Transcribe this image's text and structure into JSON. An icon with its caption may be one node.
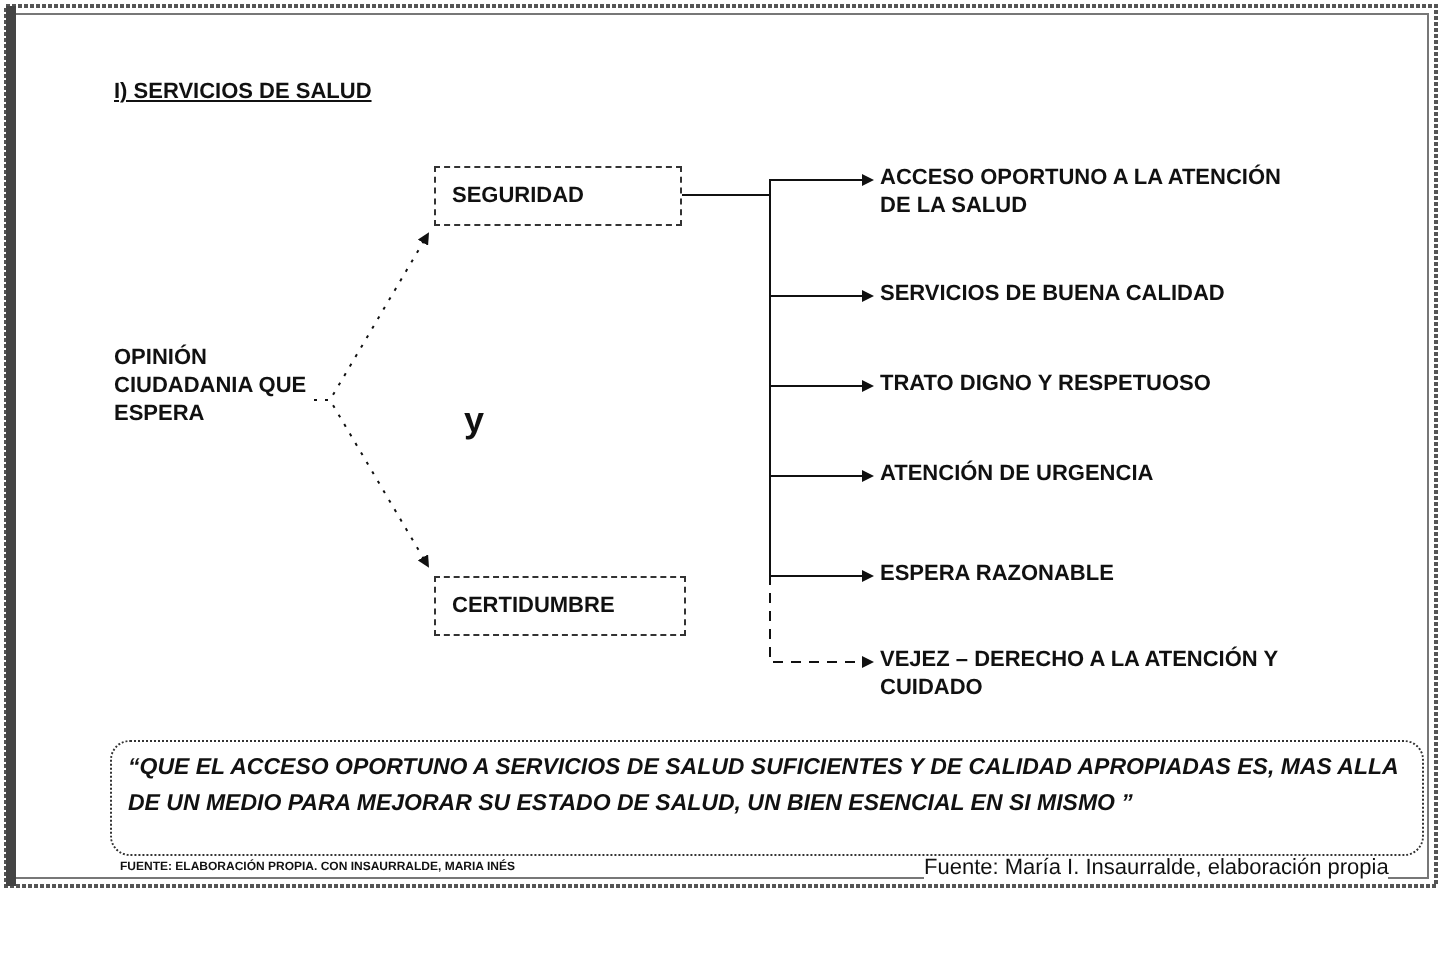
{
  "diagram": {
    "title": "I) SERVICIOS DE SALUD",
    "nodes": [
      {
        "text": [
          "OPINIÓN CIUDADANIA QUE ESPERA"
        ]
      },
      {
        "text": [
          "SEGURIDAD"
        ]
      },
      {
        "text": [
          "CERTIDUMBRE"
        ]
      },
      {
        "text": [
          "ACCESO OPORTUNO A LA ATENCIÓN DE LA SALUD"
        ]
      },
      {
        "text": [
          "SERVICIOS DE BUENA CALIDAD"
        ]
      },
      {
        "text": [
          "TRATO DIGNO Y RESPETUOSO"
        ]
      },
      {
        "text": [
          "ATENCIÓN DE URGENCIA"
        ]
      },
      {
        "text": [
          "ESPERA RAZONABLE"
        ]
      },
      {
        "text": [
          "VEJEZ – DERECHO A LA ATENCIÓN Y CUIDADO"
        ]
      },
      {
        "text": [
          "“QUE EL ACCESO OPORTUNO A SERVICIOS DE SALUD SUFICIENTES Y DE CALIDAD APROPIADAS ES, MAS ALLA DE UN MEDIO PARA MEJORAR SU ESTADO DE SALUD, UN BIEN ESENCIAL EN SI MISMO ”"
        ]
      }
    ],
    "edges": [
      {
        "from": 0,
        "to": 1,
        "arrow": "to",
        "style": "dashed"
      },
      {
        "from": 0,
        "to": 2,
        "arrow": "to",
        "style": "dashed"
      },
      {
        "from": 1,
        "to": 3,
        "arrow": "to"
      },
      {
        "from": 1,
        "to": 4,
        "arrow": "to"
      },
      {
        "from": 1,
        "to": 5,
        "arrow": "to"
      },
      {
        "from": 1,
        "to": 6,
        "arrow": "to"
      },
      {
        "from": 1,
        "to": 7,
        "arrow": "to"
      },
      {
        "from": 1,
        "to": 8,
        "arrow": "to",
        "style": "dashed"
      }
    ],
    "labels": [
      "y",
      "FUENTE: ELABORACIÓN PROPIA. CON INSAURRALDE, MARIA INÉS",
      "Fuente: María I. Insaurralde, elaboración propia"
    ]
  }
}
